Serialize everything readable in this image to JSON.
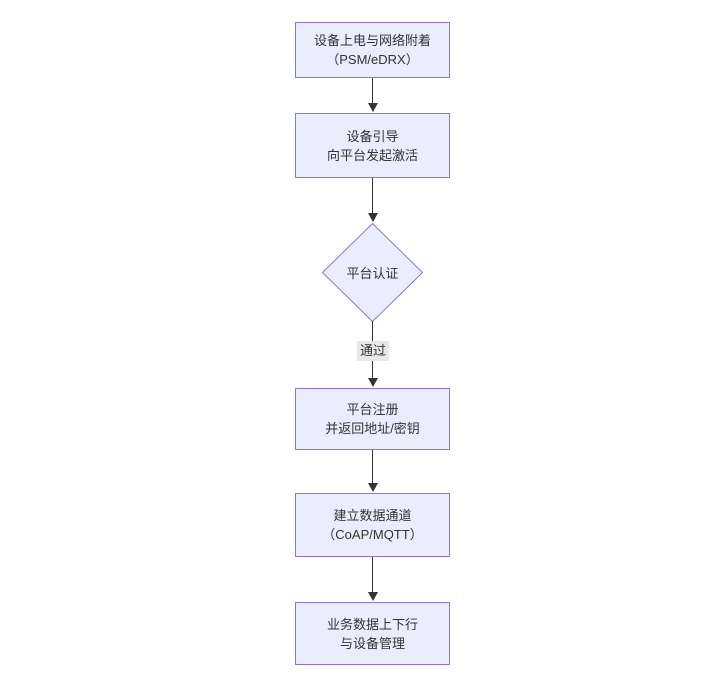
{
  "diagram": {
    "type": "flowchart",
    "direction": "top-down",
    "colors": {
      "background": "#ffffff",
      "node_fill": "#ececff",
      "node_border": "#9370db",
      "edge_line": "#333333",
      "text": "#333333",
      "edge_label_background": "#e8e8e8"
    },
    "nodes": [
      {
        "id": "power-attach",
        "shape": "rect",
        "lines": [
          "设备上电与网络附着",
          "（PSM/eDRX）"
        ]
      },
      {
        "id": "bootstrap",
        "shape": "rect",
        "lines": [
          "设备引导",
          "向平台发起激活"
        ]
      },
      {
        "id": "platform-auth",
        "shape": "diamond",
        "lines": [
          "平台认证"
        ]
      },
      {
        "id": "register",
        "shape": "rect",
        "lines": [
          "平台注册",
          "并返回地址/密钥"
        ]
      },
      {
        "id": "data-channel",
        "shape": "rect",
        "lines": [
          "建立数据通道",
          "（CoAP/MQTT）"
        ]
      },
      {
        "id": "business",
        "shape": "rect",
        "lines": [
          "业务数据上下行",
          "与设备管理"
        ]
      }
    ],
    "edges": [
      {
        "from": "power-attach",
        "to": "bootstrap",
        "label": ""
      },
      {
        "from": "bootstrap",
        "to": "platform-auth",
        "label": ""
      },
      {
        "from": "platform-auth",
        "to": "register",
        "label": "通过"
      },
      {
        "from": "register",
        "to": "data-channel",
        "label": ""
      },
      {
        "from": "data-channel",
        "to": "business",
        "label": ""
      }
    ]
  }
}
